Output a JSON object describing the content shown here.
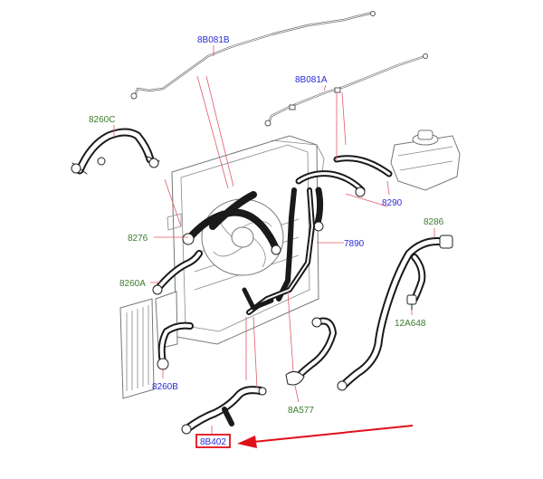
{
  "diagram": {
    "parts": [
      {
        "label": "8B081B",
        "color": "#2b2bd6"
      },
      {
        "label": "8B081A",
        "color": "#2b2bd6"
      },
      {
        "label": "8260C",
        "color": "#3a7d2a"
      },
      {
        "label": "8290",
        "color": "#2b2bd6"
      },
      {
        "label": "8286",
        "color": "#3a7d2a"
      },
      {
        "label": "8276",
        "color": "#3a7d2a"
      },
      {
        "label": "7890",
        "color": "#2b2bd6"
      },
      {
        "label": "8260A",
        "color": "#3a7d2a"
      },
      {
        "label": "12A648",
        "color": "#3a7d2a"
      },
      {
        "label": "8260B",
        "color": "#2b2bd6"
      },
      {
        "label": "8A577",
        "color": "#3a7d2a"
      },
      {
        "label": "8B402",
        "color": "#2b2bd6"
      }
    ],
    "highlight": {
      "label": "8B402",
      "box_color": "#e0101a",
      "arrow_color": "#e0101a"
    }
  }
}
